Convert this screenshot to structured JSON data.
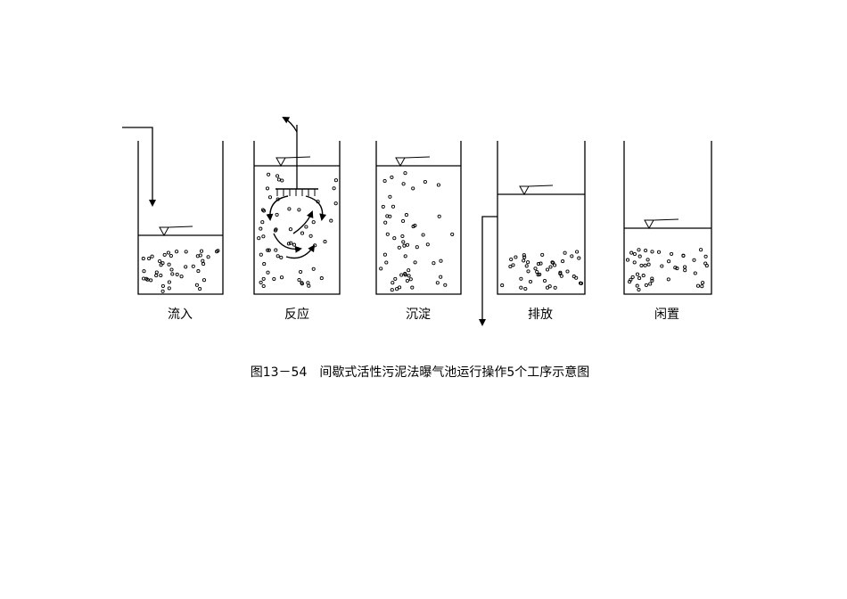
{
  "caption": "图13－54　间歇式活性污泥法曝气池运行操作5个工序示意图",
  "stages": [
    {
      "label": "流入"
    },
    {
      "label": "反应"
    },
    {
      "label": "沉淀"
    },
    {
      "label": "排放"
    },
    {
      "label": "闲置"
    }
  ]
}
